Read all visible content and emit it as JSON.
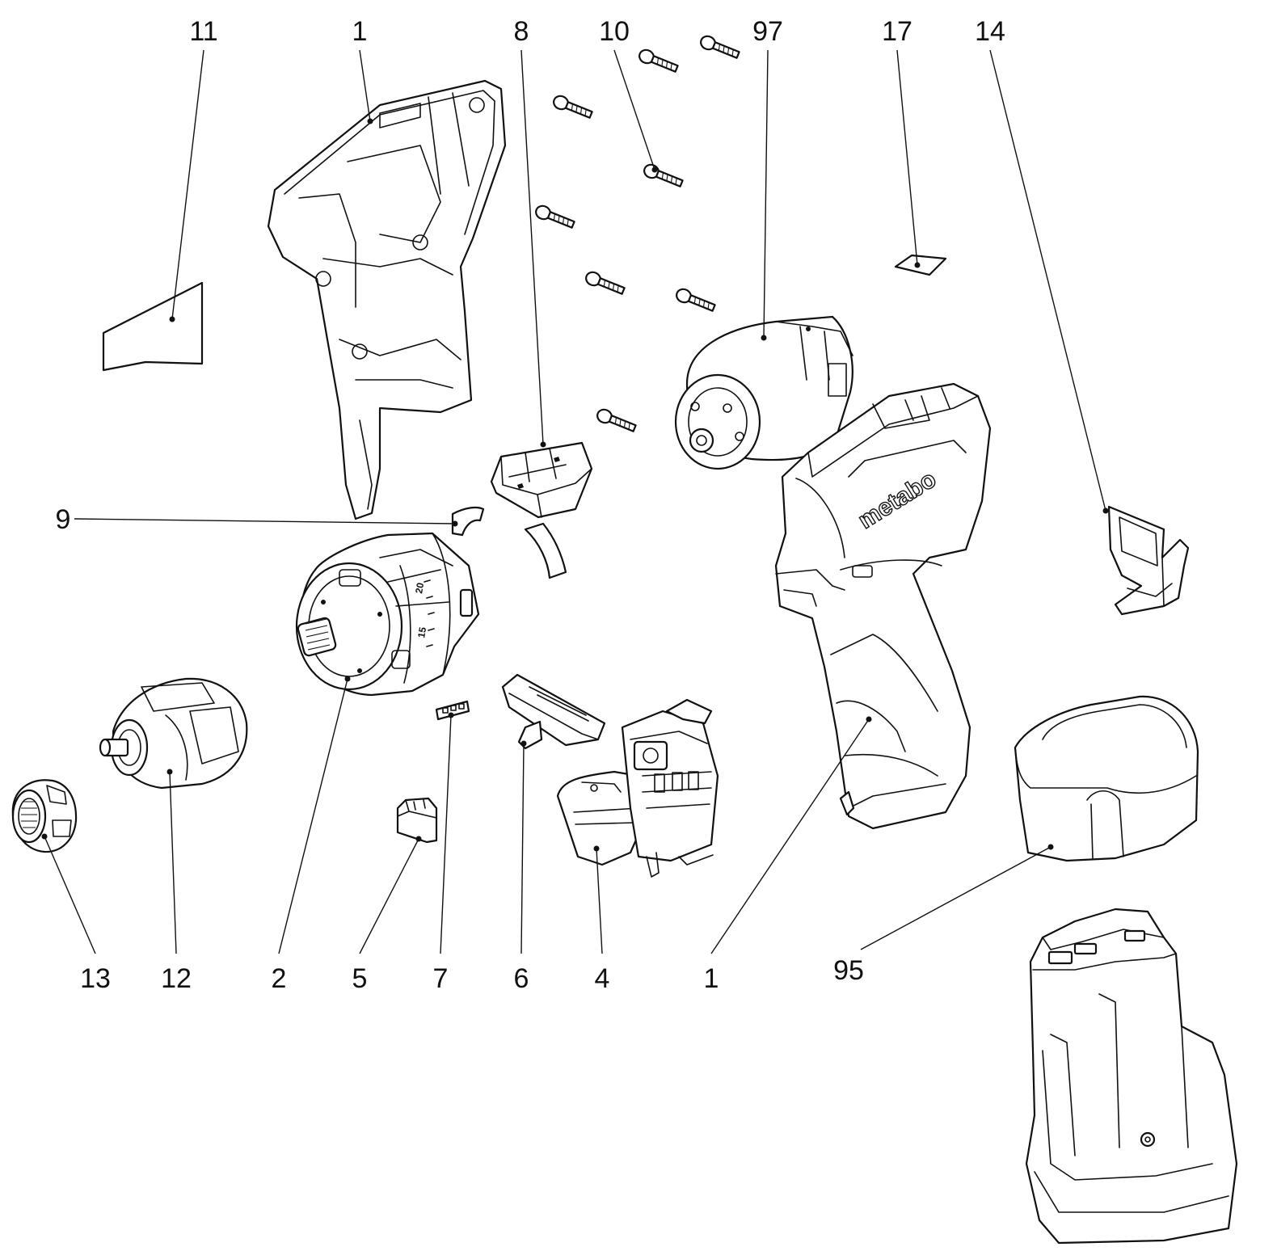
{
  "diagram": {
    "brand_logo": "metabo",
    "dial_marks": [
      "20",
      "15"
    ],
    "callouts": {
      "c11": "11",
      "c1_top": "1",
      "c8": "8",
      "c10": "10",
      "c97": "97",
      "c17": "17",
      "c14": "14",
      "c9": "9",
      "c13": "13",
      "c12": "12",
      "c2": "2",
      "c5": "5",
      "c7": "7",
      "c6": "6",
      "c4": "4",
      "c1_bottom": "1",
      "c95": "95"
    }
  }
}
